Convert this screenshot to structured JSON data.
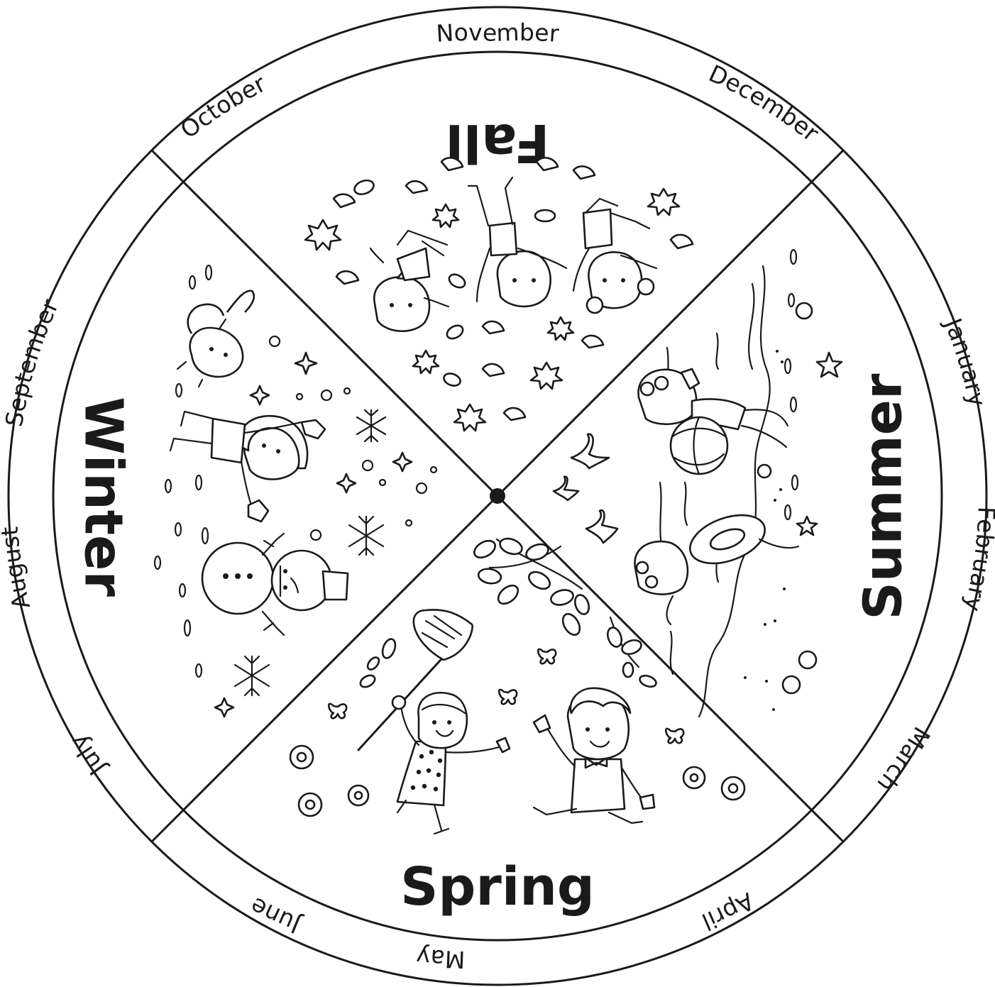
{
  "wheel": {
    "seasons": {
      "spring": "Spring",
      "summer": "Summer",
      "fall": "Fall",
      "winter": "Winter"
    },
    "months": {
      "january": "January",
      "february": "February",
      "march": "March",
      "april": "April",
      "may": "May",
      "june": "June",
      "july": "July",
      "august": "August",
      "september": "September",
      "october": "October",
      "november": "November",
      "december": "December"
    },
    "colors": {
      "ink": "#1a1a1a",
      "paper": "#ffffff"
    }
  }
}
